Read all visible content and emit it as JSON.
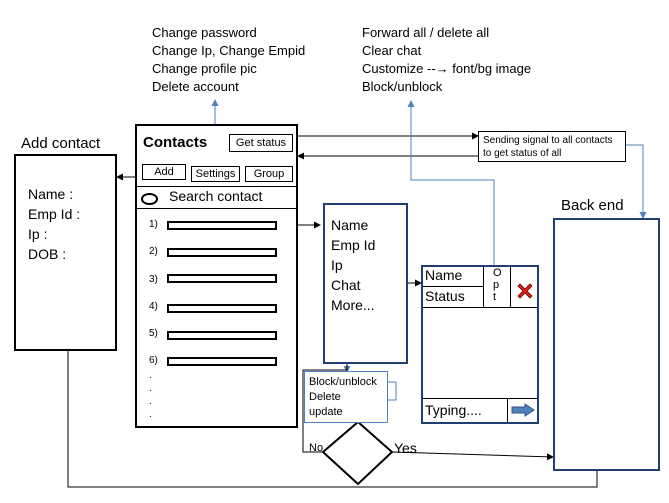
{
  "settings_notes": [
    "Change password",
    "Change Ip, Change Empid",
    "Change profile pic",
    "Delete account"
  ],
  "chat_notes": [
    "Forward all / delete all",
    "Clear chat",
    "Customize --→ font/bg image",
    "Block/unblock"
  ],
  "add_contact": {
    "title": "Add contact",
    "fields": [
      "Name :",
      "Emp Id :",
      "Ip :",
      "DOB :"
    ]
  },
  "contacts": {
    "title": "Contacts",
    "get_status": "Get status",
    "tabs": [
      "Add",
      "Settings",
      "Group"
    ],
    "search_placeholder": "Search contact",
    "rows": [
      "1)",
      "2)",
      "3)",
      "4)",
      "5)",
      "6)"
    ],
    "more_dots": [
      ".",
      ".",
      ".",
      "."
    ]
  },
  "signal_note": [
    "Sending signal to all contacts",
    "to get status of all"
  ],
  "details": [
    "Name",
    "Emp Id",
    "Ip",
    "Chat",
    "More..."
  ],
  "more_menu": [
    "Block/unblock",
    "Delete",
    "update"
  ],
  "decision": {
    "no": "No",
    "yes": "Yes"
  },
  "chat_window": {
    "name": "Name",
    "status": "Status",
    "opt_letters": [
      "O",
      "p",
      "t"
    ],
    "typing": "Typing...."
  },
  "backend": {
    "title": "Back end"
  }
}
